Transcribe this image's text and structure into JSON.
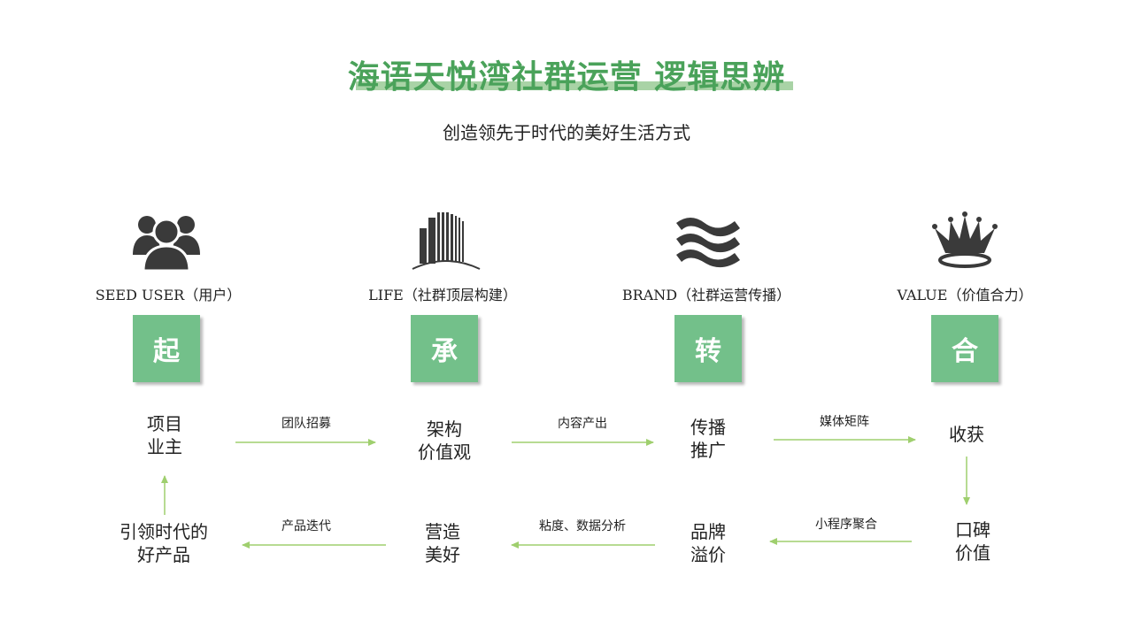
{
  "header": {
    "title": "海语天悦湾社群运营 逻辑思辨",
    "subtitle": "创造领先于时代的美好生活方式"
  },
  "columns": [
    {
      "icon": "users-icon",
      "label": "SEED USER（用户）",
      "stage": "起"
    },
    {
      "icon": "building-icon",
      "label": "LIFE（社群顶层构建）",
      "stage": "承"
    },
    {
      "icon": "waves-icon",
      "label": "BRAND（社群运营传播）",
      "stage": "转"
    },
    {
      "icon": "crown-icon",
      "label": "VALUE（价值合力）",
      "stage": "合"
    }
  ],
  "flow": {
    "top_nodes": [
      {
        "line1": "项目",
        "line2": "业主"
      },
      {
        "line1": "架构",
        "line2": "价值观"
      },
      {
        "line1": "传播",
        "line2": "推广"
      },
      {
        "line1": "收获",
        "line2": ""
      }
    ],
    "top_edges": [
      "团队招募",
      "内容产出",
      "媒体矩阵"
    ],
    "bottom_nodes": [
      {
        "line1": "引领时代的",
        "line2": "好产品"
      },
      {
        "line1": "营造",
        "line2": "美好"
      },
      {
        "line1": "品牌",
        "line2": "溢价"
      },
      {
        "line1": "口碑",
        "line2": "价值"
      }
    ],
    "bottom_edges": [
      "产品迭代",
      "粘度、数据分析",
      "小程序聚合"
    ]
  },
  "colors": {
    "accent_green": "#73c08a",
    "title_green": "#4aa25a",
    "arrow_green": "#9fcf6e",
    "icon_gray": "#3a3a3a"
  }
}
